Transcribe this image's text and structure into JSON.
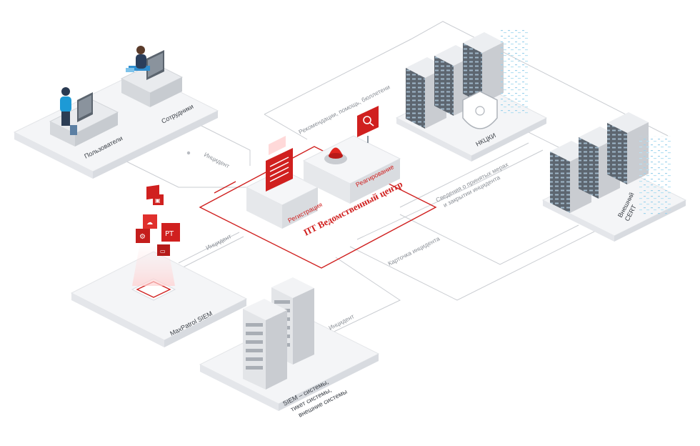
{
  "nodes": {
    "users": "Пользователи",
    "employees": "Сотрудники",
    "nkcki": "НКЦКИ",
    "external_cert": "Внешний\nCERT",
    "siem": "MaxPatrol SIEM",
    "systems": "SIEM – системы,\nтикет системы,\nвнешние системы",
    "registration": "Регистрация",
    "response": "Реагирование",
    "center": "ПТ Ведомственный центр"
  },
  "flows": {
    "incident_users": "Инцидент",
    "incident_siem": "Инцидент",
    "incident_systems": "Инцидент",
    "recommendations": "Рекомендации, помощь, бюллетени",
    "measures": "Сведения о принятых мерах\nи закрытии инцидента",
    "incident_card": "Карточка инцидента"
  },
  "badges": {
    "pt": "PT"
  },
  "colors": {
    "accent": "#d0201f",
    "flow": "#c9ccd1",
    "text": "#3a3f46",
    "plate": "#f4f5f7"
  }
}
